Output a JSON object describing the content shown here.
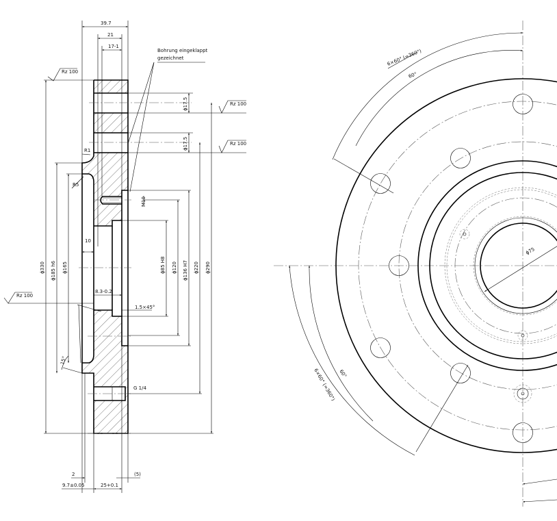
{
  "section_view": {
    "note": "Bohrung eingeklappt",
    "note_line2": "gezeichnet",
    "roughness": "Rz 100",
    "dims": {
      "d39_7": "39.7",
      "d21": "21",
      "d17": "17-1",
      "phi17_5": "ϕ17.5",
      "r1": "R1",
      "r5": "R5",
      "d10": "10",
      "m10": "M10",
      "d8_3": "8.3-0.2",
      "chamfer": "1.5×45°",
      "angle15": "15°",
      "g14": "G 1/4",
      "phi330": "ϕ330",
      "phi185": "ϕ185 h6",
      "phi165": "ϕ165",
      "phi85": "ϕ85 H8",
      "phi120": "ϕ120",
      "phi136": "ϕ136 H7",
      "phi220": "ϕ220",
      "phi290": "ϕ290",
      "d2": "2",
      "d9_7": "9.7±0.05",
      "d25": "25+0.1",
      "d5": "(5)"
    }
  },
  "front_view": {
    "pattern_top": "6×60° (=360°)",
    "angle_top": "60°",
    "pattern_bottom": "6×60° (=360°)",
    "angle_bottom": "60°",
    "phi75": "ϕ75"
  }
}
